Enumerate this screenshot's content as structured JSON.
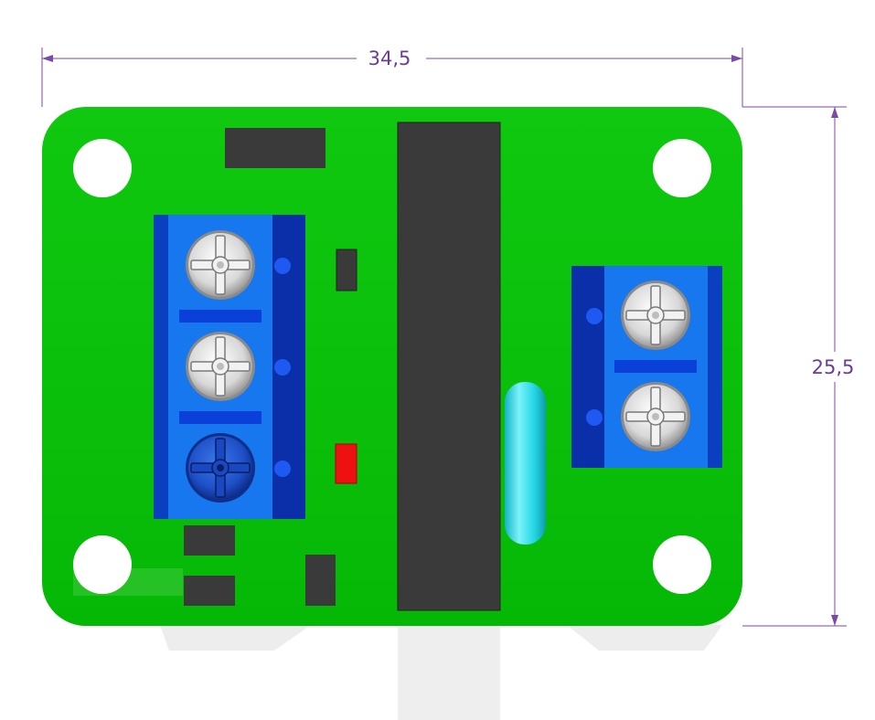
{
  "dimensions": {
    "width_label": "34,5",
    "height_label": "25,5"
  },
  "colors": {
    "pcb": "#09c109",
    "dimension_line": "#7b4aa6",
    "terminal_body": "#1677ee",
    "terminal_dark": "#0a2fa8",
    "chip": "#3a3a3a",
    "led": "#ee1111",
    "capsule": "#28dce8",
    "hole": "#ffffff",
    "shadow": "#ebebeb"
  },
  "components": {
    "input_terminal_screws": 3,
    "output_terminal_screws": 2
  }
}
